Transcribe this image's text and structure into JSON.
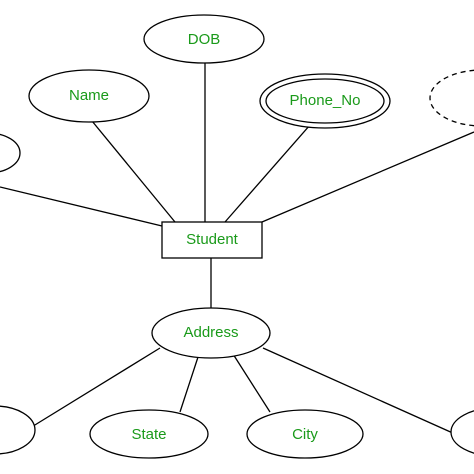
{
  "diagram": {
    "entity": {
      "label": "Student"
    },
    "attributes": {
      "dob": "DOB",
      "name": "Name",
      "phone": "Phone_No",
      "address": "Address",
      "state": "State",
      "city": "City"
    },
    "colors": {
      "text": "#1a9a1a",
      "stroke": "#000000"
    }
  }
}
